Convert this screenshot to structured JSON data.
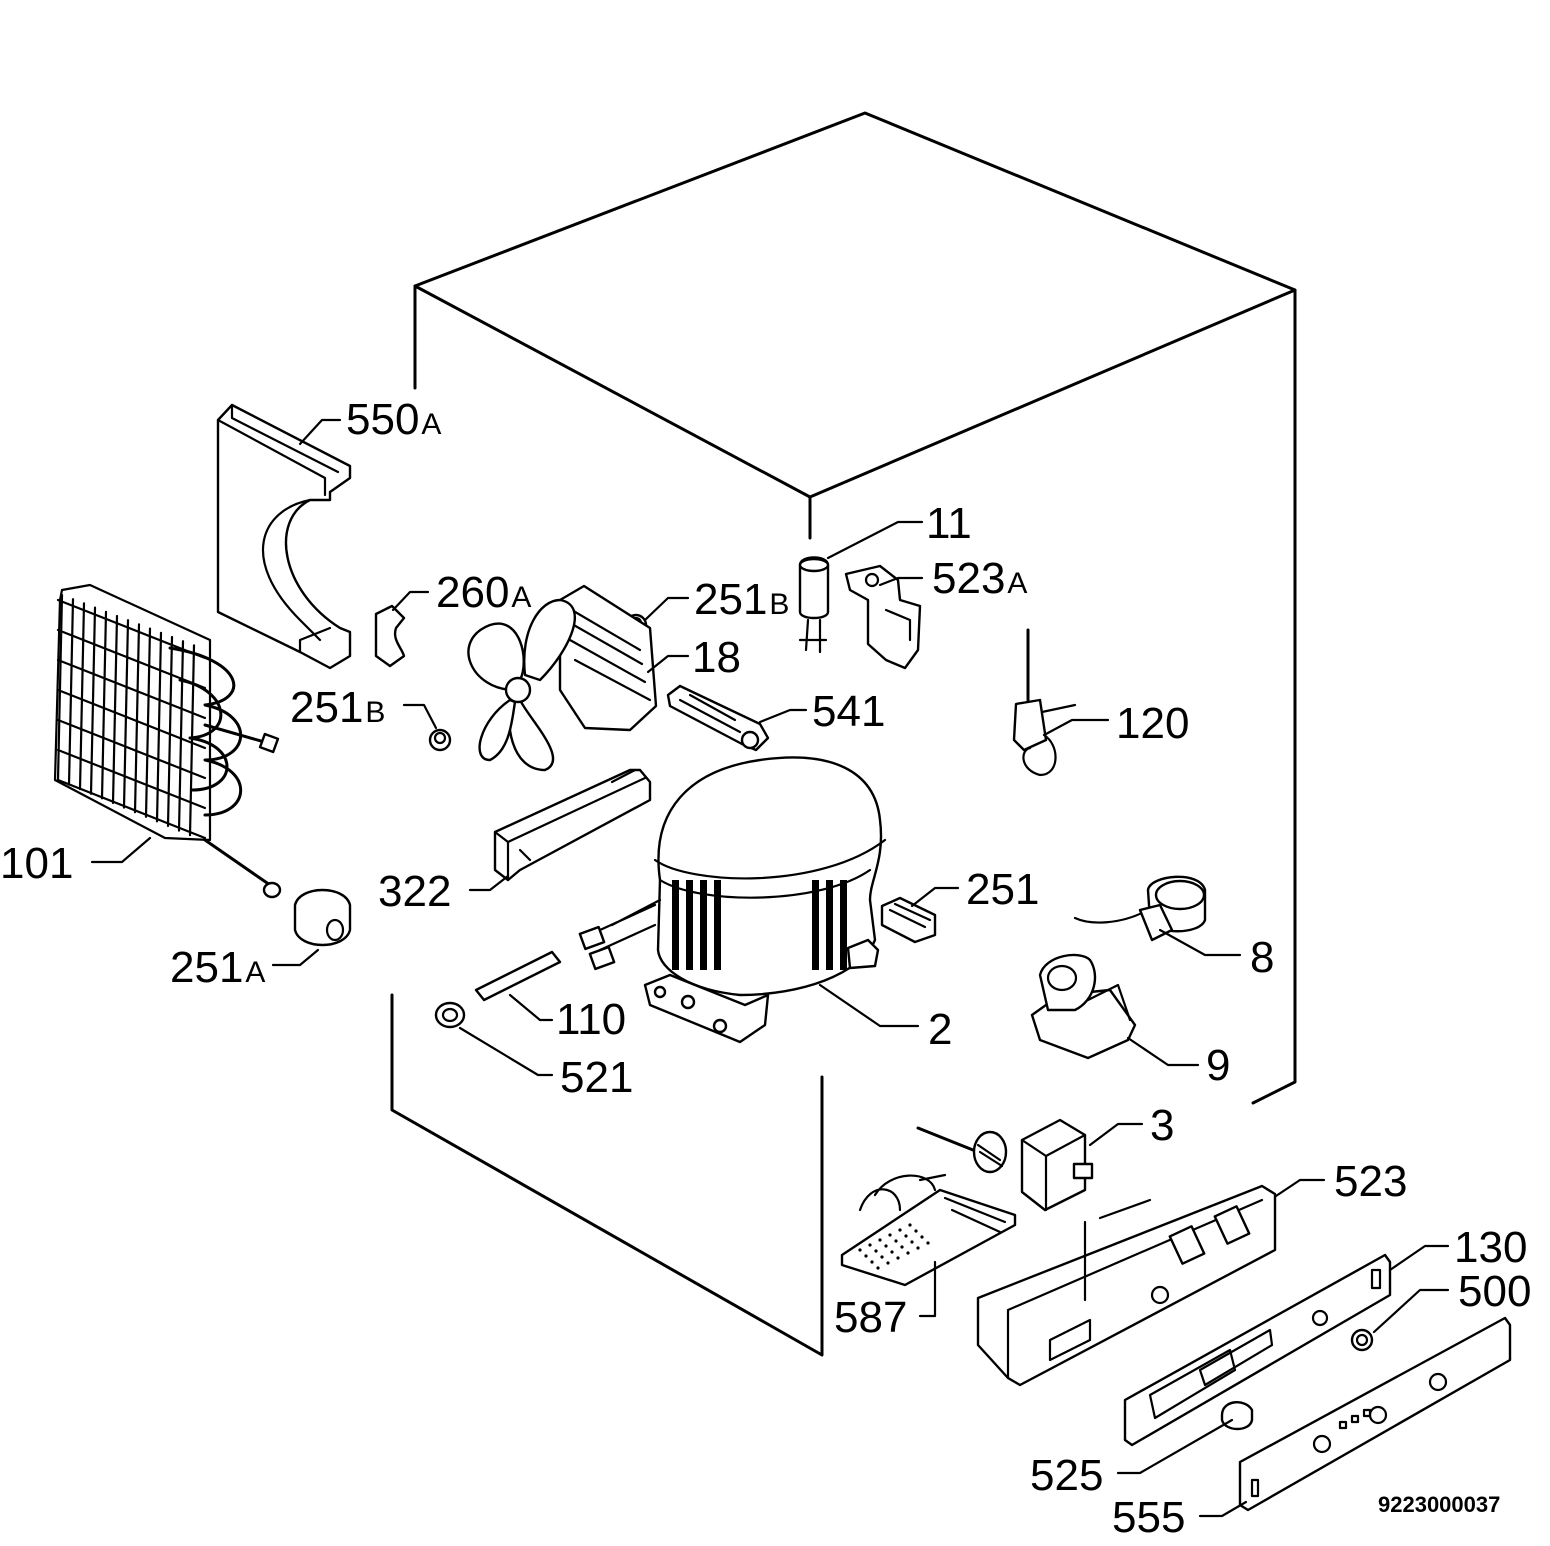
{
  "labels": {
    "l550": "550",
    "l550s": "A",
    "l11": "11",
    "l523a": "523",
    "l523as": "A",
    "l260a": "260",
    "l260as": "A",
    "l251b1": "251",
    "l251b1s": "B",
    "l18": "18",
    "l251b2": "251",
    "l251b2s": "B",
    "l541": "541",
    "l120": "120",
    "l101": "101",
    "l322": "322",
    "l251": "251",
    "l251a": "251",
    "l251as": "A",
    "l8": "8",
    "l110": "110",
    "l2": "2",
    "l9": "9",
    "l521": "521",
    "l3": "3",
    "l523": "523",
    "l130": "130",
    "l500": "500",
    "l587": "587",
    "l525": "525",
    "l555": "555"
  },
  "doc_code": "9223000037"
}
